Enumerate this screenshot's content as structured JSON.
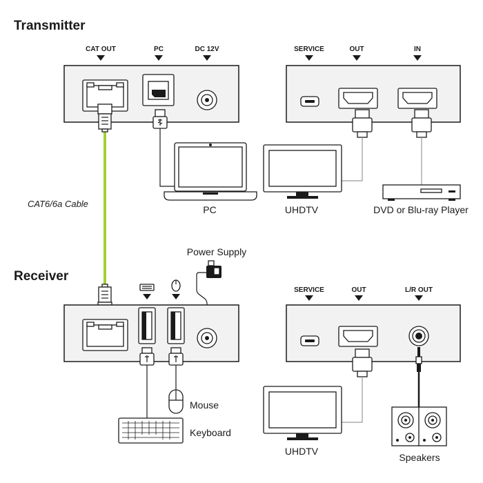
{
  "sections": {
    "transmitter": "Transmitter",
    "receiver": "Receiver"
  },
  "transmitter": {
    "ports": [
      "CAT OUT",
      "PC",
      "DC 12V"
    ],
    "device_ports": [
      "SERVICE",
      "OUT",
      "IN"
    ]
  },
  "receiver": {
    "device_ports": [
      "SERVICE",
      "OUT",
      "L/R OUT"
    ]
  },
  "labels": {
    "pc": "PC",
    "uhdtv_top": "UHDTV",
    "player": "DVD or Blu-ray Player",
    "cable": "CAT6/6a Cable",
    "power": "Power Supply",
    "mouse": "Mouse",
    "keyboard": "Keyboard",
    "uhdtv_bottom": "UHDTV",
    "speakers": "Speakers"
  },
  "colors": {
    "cable_green": "#a6ce39",
    "device_fill": "#f2f2f2",
    "ink": "#1a1a1a"
  },
  "icons": [
    "ethernet-port-icon",
    "usb-b-port-icon",
    "dc-jack-icon",
    "micro-usb-port-icon",
    "hdmi-port-icon",
    "usb-a-port-icon",
    "audio-jack-icon",
    "rj45-plug-icon",
    "usb-plug-icon",
    "hdmi-plug-icon",
    "laptop-icon",
    "tv-icon",
    "blu-ray-player-icon",
    "power-adapter-icon",
    "mouse-icon",
    "keyboard-icon",
    "speakers-icon"
  ]
}
